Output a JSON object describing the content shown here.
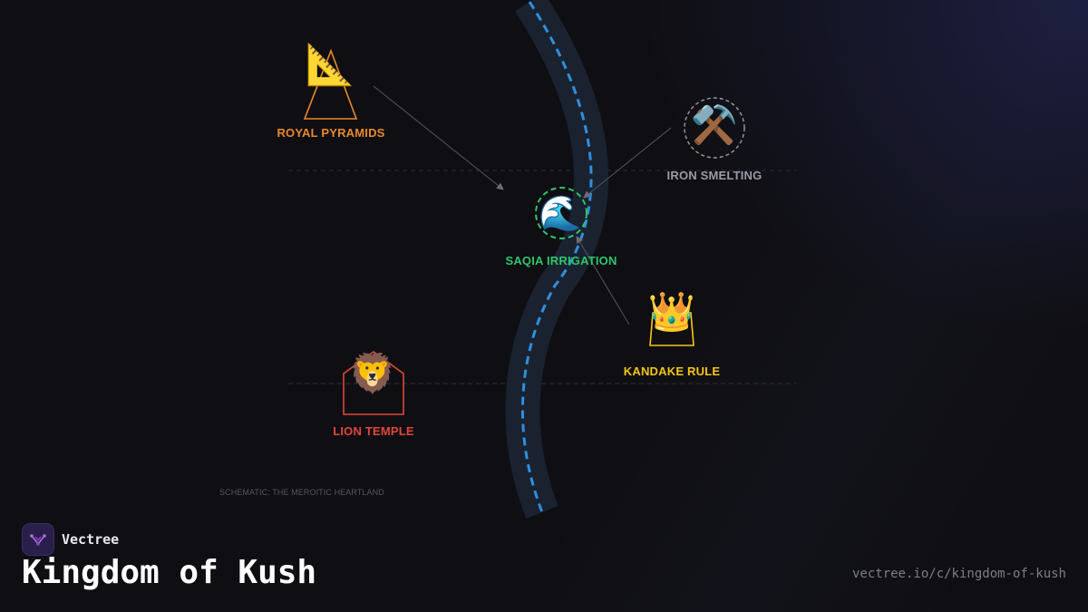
{
  "diagram": {
    "caption": "SCHEMATIC: THE MEROITIC HEARTLAND",
    "nodes": [
      {
        "id": "royal-pyramids",
        "label": "ROYAL PYRAMIDS",
        "icon": "triangle-ruler-icon",
        "glyph": "📐",
        "shape": "triangle",
        "color": "#e8892f"
      },
      {
        "id": "iron-smelting",
        "label": "IRON SMELTING",
        "icon": "hammer-and-pick-icon",
        "glyph": "⚒️",
        "shape": "dashed-circle",
        "color": "#9a9ca6"
      },
      {
        "id": "saqia-irrigation",
        "label": "SAQIA IRRIGATION",
        "icon": "water-wave-icon",
        "glyph": "🌊",
        "shape": "dashed-circle",
        "color": "#2fc56b"
      },
      {
        "id": "kandake-rule",
        "label": "KANDAKE RULE",
        "icon": "crown-icon",
        "glyph": "👑",
        "shape": "trapezoid",
        "color": "#f5c518"
      },
      {
        "id": "lion-temple",
        "label": "LION TEMPLE",
        "icon": "lion-face-icon",
        "glyph": "🦁",
        "shape": "house",
        "color": "#e0473a"
      }
    ],
    "edges": [
      {
        "from": "royal-pyramids",
        "to": "saqia-irrigation"
      },
      {
        "from": "iron-smelting",
        "to": "saqia-irrigation"
      },
      {
        "from": "kandake-rule",
        "to": "saqia-irrigation"
      }
    ],
    "river_color": "#2f8fdc"
  },
  "brand": {
    "name": "Vectree",
    "logo_icon": "vectree-logo-icon",
    "logo_color": "#b76ae8"
  },
  "title": "Kingdom of Kush",
  "url": "vectree.io/c/kingdom-of-kush"
}
